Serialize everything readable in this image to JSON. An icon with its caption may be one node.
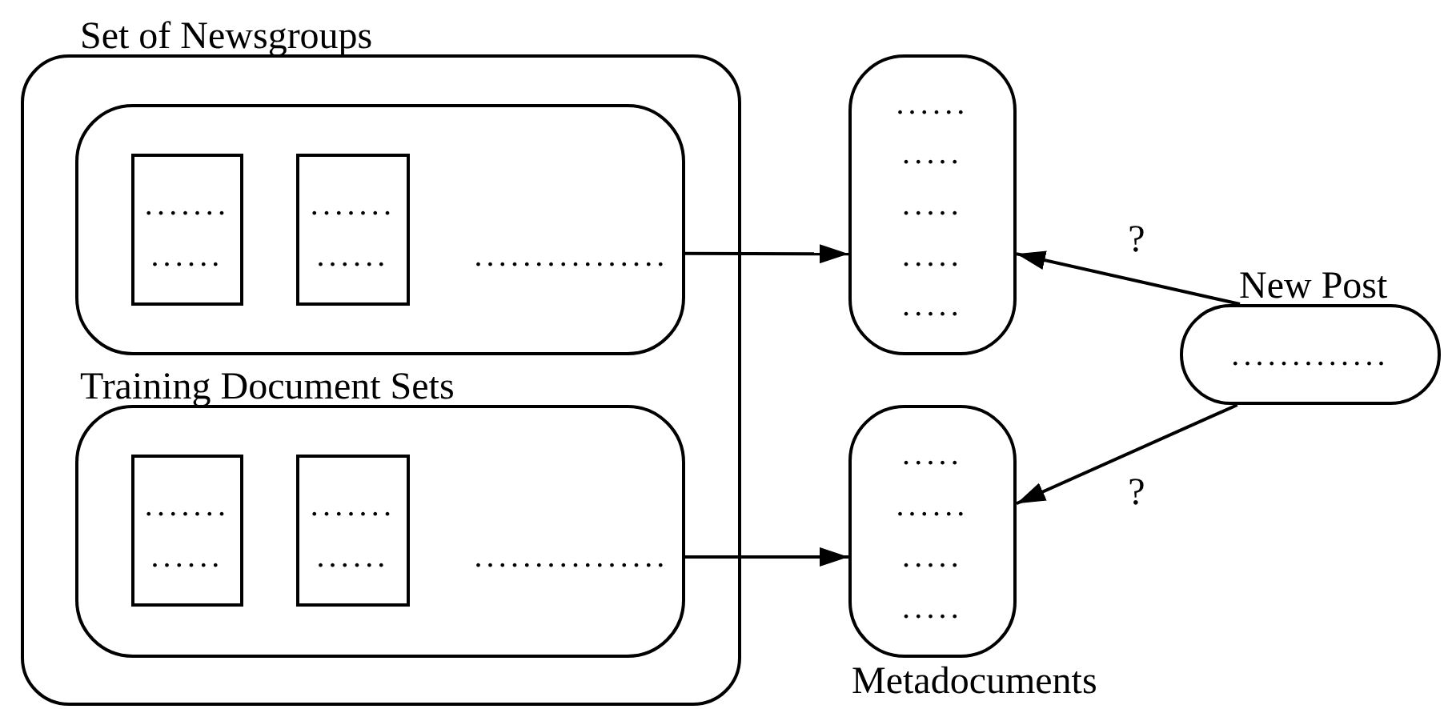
{
  "diagram": {
    "nodes": [
      {
        "text": [
          "Set of Newsgroups"
        ]
      },
      {
        "text": [
          "................"
        ],
        "in": 0
      },
      {
        "text": [
          ".......",
          "......"
        ],
        "in": 1
      },
      {
        "text": [
          ".......",
          "......"
        ],
        "in": 1
      },
      {
        "text": [
          "Training Document Sets",
          "................"
        ],
        "in": 0
      },
      {
        "text": [
          ".......",
          "......"
        ],
        "in": 4
      },
      {
        "text": [
          ".......",
          "......"
        ],
        "in": 4
      },
      {
        "text": [
          "......",
          ".....",
          ".....",
          ".....",
          "....."
        ]
      },
      {
        "text": [
          ".....",
          "......",
          ".....",
          "....."
        ],
        "beside": [
          "Metadocuments"
        ]
      },
      {
        "text": [
          "New Post",
          "............."
        ]
      }
    ],
    "edges": [
      {
        "from": 1,
        "to": 7,
        "arrow": "to"
      },
      {
        "from": 4,
        "to": 8,
        "arrow": "to"
      },
      {
        "from": 9,
        "to": 7,
        "arrow": "to",
        "label": "?"
      },
      {
        "from": 9,
        "to": 8,
        "arrow": "to",
        "label": "?"
      }
    ]
  }
}
